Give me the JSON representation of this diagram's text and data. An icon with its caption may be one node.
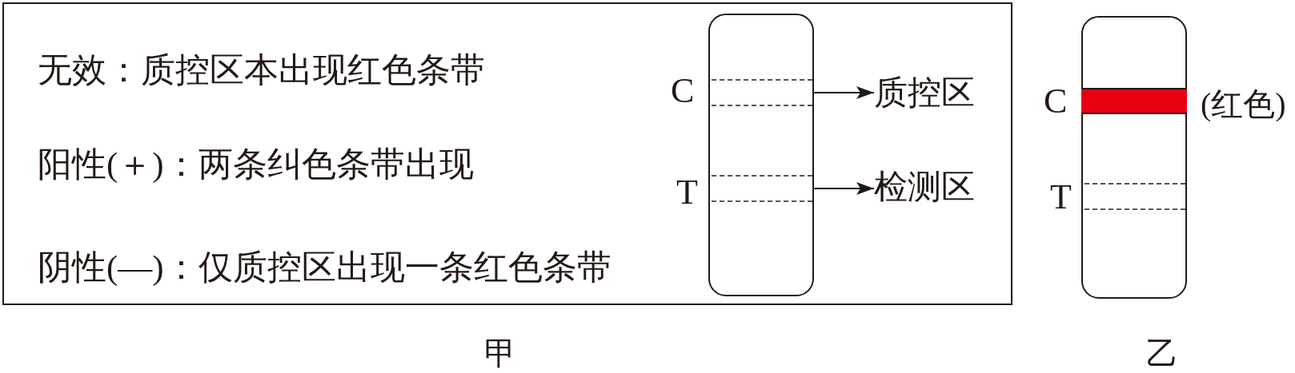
{
  "diagram": {
    "nodes": [
      {
        "text": [
          "无效：质控区本出现红色条带",
          "阳性(＋)：两条纠色条带出现",
          "阴性(—)：仅质控区出现一条红色条带"
        ],
        "beside": [
          "甲"
        ]
      },
      {
        "text": [],
        "shape": "box",
        "in": 0
      },
      {
        "text": [],
        "shape": "band",
        "in": 1,
        "beside": [
          "C"
        ]
      },
      {
        "text": [],
        "shape": "band",
        "in": 1,
        "beside": [
          "T"
        ]
      },
      {
        "text": [
          "质控区"
        ],
        "in": 0
      },
      {
        "text": [
          "检测区"
        ],
        "in": 0
      },
      {
        "text": [],
        "shape": "box",
        "beside": [
          "乙"
        ]
      },
      {
        "text": [],
        "shape": "bar",
        "in": 6,
        "beside": [
          "C",
          "(红色)"
        ]
      },
      {
        "text": [],
        "shape": "band",
        "in": 6,
        "beside": [
          "T"
        ]
      }
    ],
    "edges": [
      {
        "from": 2,
        "to": 4,
        "arrow": "to"
      },
      {
        "from": 3,
        "to": 5,
        "arrow": "to"
      }
    ]
  }
}
